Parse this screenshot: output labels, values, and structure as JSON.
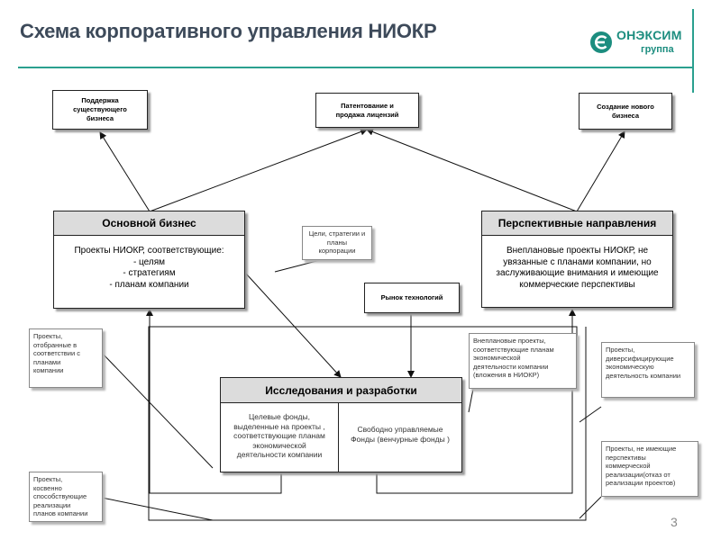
{
  "title": "Схема корпоративного управления НИОКР",
  "logo": {
    "name": "ОНЭКСИМ",
    "sub": "группа"
  },
  "boxes": {
    "support": "Поддержка\nсуществующего\nбизнеса",
    "patent": "Патентование и\nпродажа лицензий",
    "newbiz": "Создание нового\nбизнеса",
    "market": "Рынок технологий"
  },
  "core": {
    "header": "Основной бизнес",
    "body": "Проекты НИОКР, соответствующие:\n- целям\n- стратегиям\n- планам компании"
  },
  "prospective": {
    "header": "Перспективные направления",
    "body": "Внеплановые проекты НИОКР, не\nувязанные с планами компании, но\nзаслуживающие внимания и имеющие\nкоммерческие перспективы"
  },
  "rnd": {
    "header": "Исследования и разработки",
    "left": "Целевые фонды,\nвыделенные на проекты ,\nсоответствующие планам\nэкономической\nдеятельности компании",
    "right": "Свободно управляемые\nФонды (венчурные фонды )"
  },
  "notes": {
    "goals": "Цели, стратегии и\nпланы\nкорпорации",
    "selected": "Проекты,\nотобранные в\nсоответствии с\nпланами\nкомпании",
    "unplanned": "Внеплановые проекты,\nсоответствующие планам\nэкономической\nдеятельности компании\n(вложения в НИОКР)",
    "diversify": "Проекты,\nдиверсифицирующие\nэкономическую\nдеятельность компании",
    "indirect": "Проекты,\nкосвенно\nспособствующие\nреализации\nпланов компании",
    "notrelated": "Проекты, не имеющие\nперспективы\nкоммерческой\nреализации(отказ от\nреализации проектов)"
  },
  "page_number": "3",
  "colors": {
    "accent": "#1c8d7f",
    "rule": "#2aa08f",
    "header_fill": "#dcdcdc"
  }
}
